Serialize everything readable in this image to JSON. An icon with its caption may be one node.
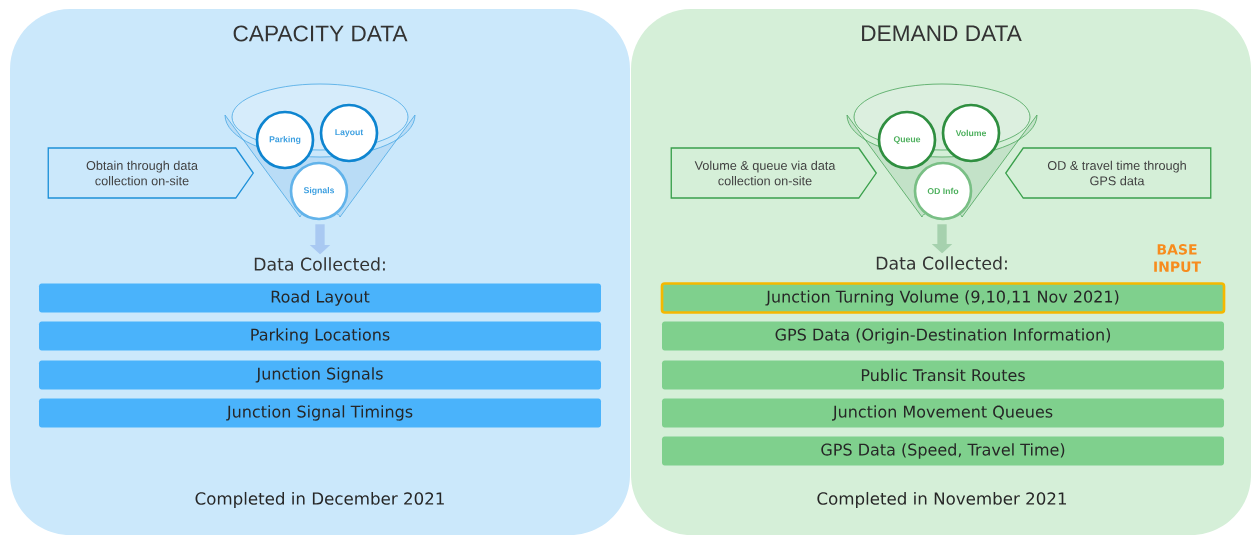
{
  "diagram": {
    "nodes": [
      {
        "text": [
          "CAPACITY DATA"
        ]
      },
      {
        "text": [],
        "shape": "funnel",
        "in": 0
      },
      {
        "text": [
          "Parking"
        ],
        "in": 1
      },
      {
        "text": [
          "Layout"
        ],
        "in": 1
      },
      {
        "text": [
          "Signals"
        ],
        "in": 1
      },
      {
        "text": [
          "Obtain through data collection on-site"
        ],
        "in": 0
      },
      {
        "text": [
          "Data Collected:"
        ],
        "in": 0
      },
      {
        "text": [
          "Road Layout"
        ],
        "in": 0
      },
      {
        "text": [
          "Parking Locations"
        ],
        "in": 0
      },
      {
        "text": [
          "Junction Signals"
        ],
        "in": 0
      },
      {
        "text": [
          "Junction Signal Timings"
        ],
        "in": 0
      },
      {
        "text": [
          "DEMAND DATA"
        ]
      },
      {
        "text": [],
        "shape": "funnel",
        "in": 11
      },
      {
        "text": [
          "Queue"
        ],
        "in": 12
      },
      {
        "text": [
          "Volume"
        ],
        "in": 12
      },
      {
        "text": [
          "OD Info"
        ],
        "in": 12
      },
      {
        "text": [
          "Volume & queue via data collection on-site"
        ],
        "in": 11
      },
      {
        "text": [
          "OD & travel time through GPS data"
        ],
        "in": 11
      },
      {
        "text": [
          "Data Collected:"
        ],
        "in": 11
      },
      {
        "text": [
          "Junction Turning Volume (9,10,11 Nov 2021)"
        ],
        "in": 11,
        "beside": [
          "BASE INPUT"
        ]
      },
      {
        "text": [
          "GPS Data (Origin-Destination Information)"
        ],
        "in": 11
      },
      {
        "text": [
          "Public Transit Routes"
        ],
        "in": 11
      },
      {
        "text": [
          "Junction Movement Queues"
        ],
        "in": 11
      },
      {
        "text": [
          "GPS Data (Speed, Travel Time)"
        ],
        "in": 11
      }
    ],
    "edges": [
      {
        "from": 1,
        "to": 6,
        "arrow": "to",
        "color": "#a9c9f2"
      },
      {
        "from": 12,
        "to": 18,
        "arrow": "to",
        "color": "#a6d1ae"
      }
    ],
    "labels": [
      "Completed in December 2021",
      "Completed in November 2021"
    ]
  }
}
